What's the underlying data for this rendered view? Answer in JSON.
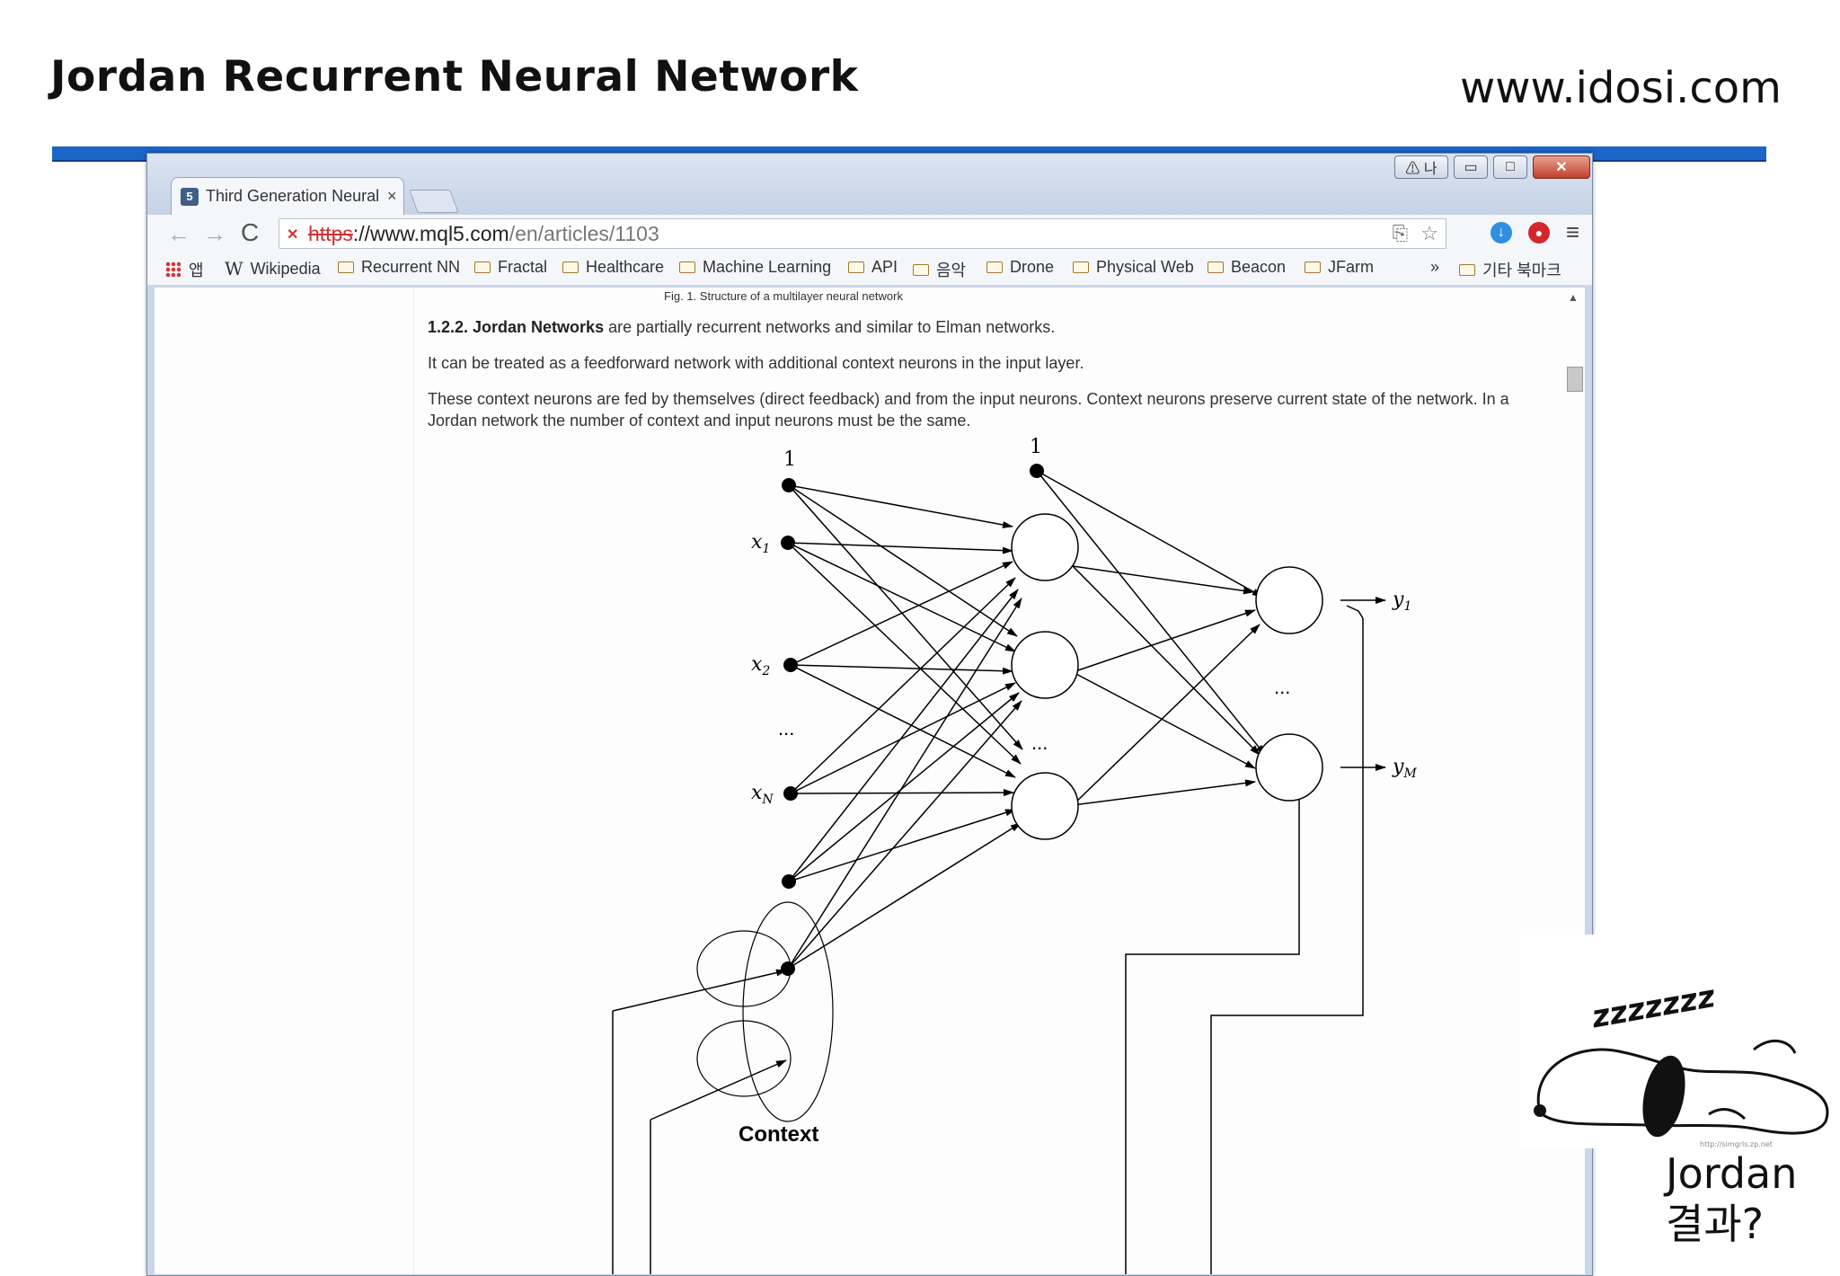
{
  "slide": {
    "title": "Jordan Recurrent Neural Network",
    "url": "www.idosi.com",
    "accent_color": "#1b64c8"
  },
  "browser": {
    "window_buttons": {
      "warning": "⚠ 나",
      "minimize": "▭",
      "maximize": "□",
      "close": "✕"
    },
    "tab": {
      "favicon": "5",
      "title": "Third Generation Neural",
      "close": "×"
    },
    "nav": {
      "back": "←",
      "forward": "→",
      "reload": "C"
    },
    "address": {
      "scheme": "https",
      "host": "://www.mql5.com",
      "path": "/en/articles/1103"
    },
    "icons": [
      "translate-icon",
      "star-icon",
      "download-icon",
      "stop-icon",
      "menu-icon"
    ],
    "bookmarks": [
      {
        "label": "앱",
        "icon": "apps-icon"
      },
      {
        "label": "Wikipedia",
        "icon": "wikipedia-icon"
      },
      {
        "label": "Recurrent NN",
        "icon": "folder-icon"
      },
      {
        "label": "Fractal",
        "icon": "folder-icon"
      },
      {
        "label": "Healthcare",
        "icon": "folder-icon"
      },
      {
        "label": "Machine Learning",
        "icon": "folder-icon"
      },
      {
        "label": "API",
        "icon": "folder-icon"
      },
      {
        "label": "음악",
        "icon": "folder-icon"
      },
      {
        "label": "Drone",
        "icon": "folder-icon"
      },
      {
        "label": "Physical Web",
        "icon": "folder-icon"
      },
      {
        "label": "Beacon",
        "icon": "folder-icon"
      },
      {
        "label": "JFarm",
        "icon": "folder-icon"
      }
    ],
    "bookmarks_overflow": "»",
    "other_bookmarks": "기타 북마크"
  },
  "article": {
    "fig1_caption": "Fig. 1. Structure of a multilayer neural network",
    "heading_bold": "1.2.2. Jordan Networks",
    "heading_rest": " are partially recurrent networks and similar to Elman networks.",
    "para1": "It can be treated as a feedforward network with additional context neurons in the input layer.",
    "para2_line1": "These context neurons are fed by themselves (direct feedback) and from the input neurons. Context neurons preserve current state of the network. In a",
    "para2_line2": "Jordan network the number of context and input neurons must be the same."
  },
  "diagram": {
    "bias_input": "1",
    "bias_hidden": "1",
    "x1": "x",
    "x1_sub": "1",
    "x2": "x",
    "x2_sub": "2",
    "xN": "x",
    "xN_sub": "N",
    "ellipsis_inputs": "...",
    "ellipsis_hidden": "...",
    "ellipsis_outputs": "...",
    "y1": "y",
    "y1_sub": "1",
    "yM": "y",
    "yM_sub": "M",
    "context_label": "Context"
  },
  "overlay": {
    "sleep_text": "zzzzzzz",
    "watermark": "http://simgrls.zp.net",
    "caption_line1": "Jordan",
    "caption_line2": "결과?"
  }
}
